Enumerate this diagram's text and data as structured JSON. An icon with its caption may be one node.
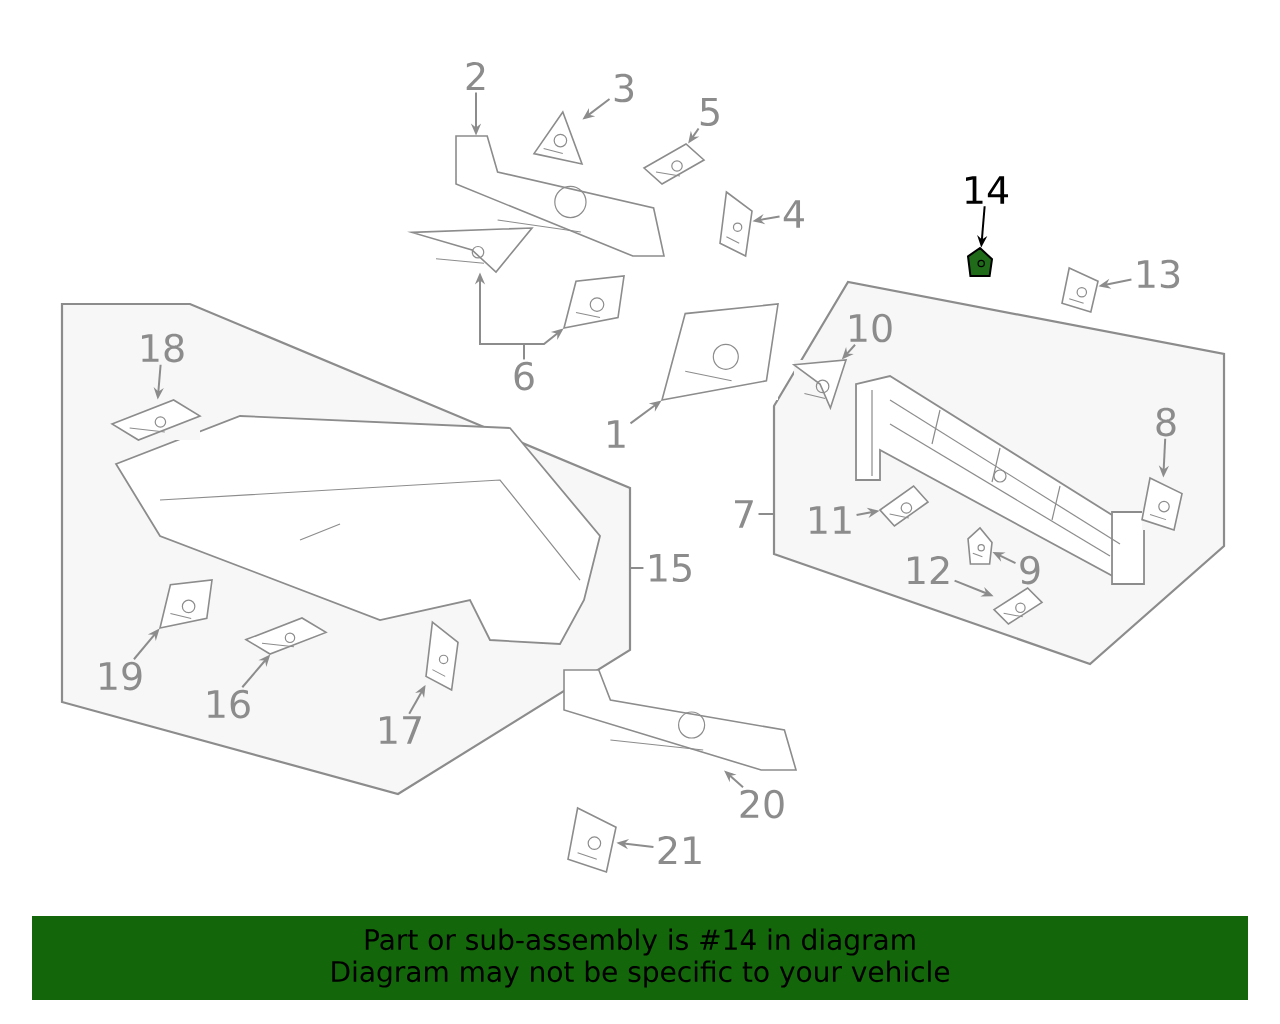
{
  "diagram": {
    "nodes": [
      {
        "text": [],
        "shape": "box"
      },
      {
        "text": [],
        "shape": "box"
      },
      {
        "text": [
          "2"
        ]
      },
      {
        "text": [],
        "shape": "picture"
      },
      {
        "text": [
          "3"
        ]
      },
      {
        "text": [],
        "shape": "picture"
      },
      {
        "text": [
          "5"
        ]
      },
      {
        "text": [],
        "shape": "picture"
      },
      {
        "text": [
          "4"
        ]
      },
      {
        "text": [],
        "shape": "picture"
      },
      {
        "text": [
          "14"
        ]
      },
      {
        "text": [],
        "shape": "picture"
      },
      {
        "text": [
          "13"
        ]
      },
      {
        "text": [],
        "shape": "picture"
      },
      {
        "text": [
          "6"
        ]
      },
      {
        "text": [],
        "shape": "picture"
      },
      {
        "text": [],
        "shape": "picture"
      },
      {
        "text": [
          "1"
        ]
      },
      {
        "text": [],
        "shape": "picture"
      },
      {
        "text": [
          "18"
        ],
        "in": 0
      },
      {
        "text": [],
        "shape": "picture",
        "in": 0
      },
      {
        "text": [
          "10"
        ],
        "in": 1
      },
      {
        "text": [],
        "shape": "picture",
        "in": 1
      },
      {
        "text": [
          "8"
        ],
        "in": 1
      },
      {
        "text": [],
        "shape": "picture",
        "in": 1
      },
      {
        "text": [
          "7"
        ]
      },
      {
        "text": [
          "11"
        ],
        "in": 1
      },
      {
        "text": [],
        "shape": "picture",
        "in": 1
      },
      {
        "text": [
          "12"
        ],
        "in": 1
      },
      {
        "text": [],
        "shape": "picture",
        "in": 1
      },
      {
        "text": [
          "9"
        ],
        "in": 1
      },
      {
        "text": [],
        "shape": "picture",
        "in": 1
      },
      {
        "text": [
          "15"
        ]
      },
      {
        "text": [
          "19"
        ],
        "in": 0
      },
      {
        "text": [],
        "shape": "picture",
        "in": 0
      },
      {
        "text": [
          "16"
        ],
        "in": 0
      },
      {
        "text": [],
        "shape": "picture",
        "in": 0
      },
      {
        "text": [
          "17"
        ],
        "in": 0
      },
      {
        "text": [],
        "shape": "picture",
        "in": 0
      },
      {
        "text": [
          "20"
        ]
      },
      {
        "text": [],
        "shape": "picture"
      },
      {
        "text": [
          "21"
        ]
      },
      {
        "text": [],
        "shape": "picture"
      },
      {
        "text": [
          "Part or sub-assembly is #14 in diagram",
          "Diagram may not be specific to your vehicle"
        ]
      }
    ],
    "edges": [
      {
        "from": 2,
        "to": 3,
        "arrow": "to"
      },
      {
        "from": 4,
        "to": 5,
        "arrow": "to"
      },
      {
        "from": 6,
        "to": 7,
        "arrow": "to"
      },
      {
        "from": 8,
        "to": 9,
        "arrow": "to"
      },
      {
        "from": 10,
        "to": 11,
        "arrow": "to",
        "color": "#000000"
      },
      {
        "from": 12,
        "to": 13,
        "arrow": "to"
      },
      {
        "from": 14,
        "to": 15,
        "arrow": "to"
      },
      {
        "from": 14,
        "to": 16,
        "arrow": "to"
      },
      {
        "from": 17,
        "to": 18,
        "arrow": "to"
      },
      {
        "from": 19,
        "to": 20,
        "arrow": "to"
      },
      {
        "from": 21,
        "to": 22,
        "arrow": "to"
      },
      {
        "from": 23,
        "to": 24,
        "arrow": "to"
      },
      {
        "from": 25,
        "to": 1,
        "arrow": "none"
      },
      {
        "from": 26,
        "to": 27,
        "arrow": "to"
      },
      {
        "from": 28,
        "to": 29,
        "arrow": "to"
      },
      {
        "from": 30,
        "to": 31,
        "arrow": "to"
      },
      {
        "from": 32,
        "to": 0,
        "arrow": "none"
      },
      {
        "from": 33,
        "to": 34,
        "arrow": "to"
      },
      {
        "from": 35,
        "to": 36,
        "arrow": "to"
      },
      {
        "from": 37,
        "to": 38,
        "arrow": "to"
      },
      {
        "from": 39,
        "to": 40,
        "arrow": "to"
      },
      {
        "from": 41,
        "to": 42,
        "arrow": "to"
      }
    ]
  }
}
